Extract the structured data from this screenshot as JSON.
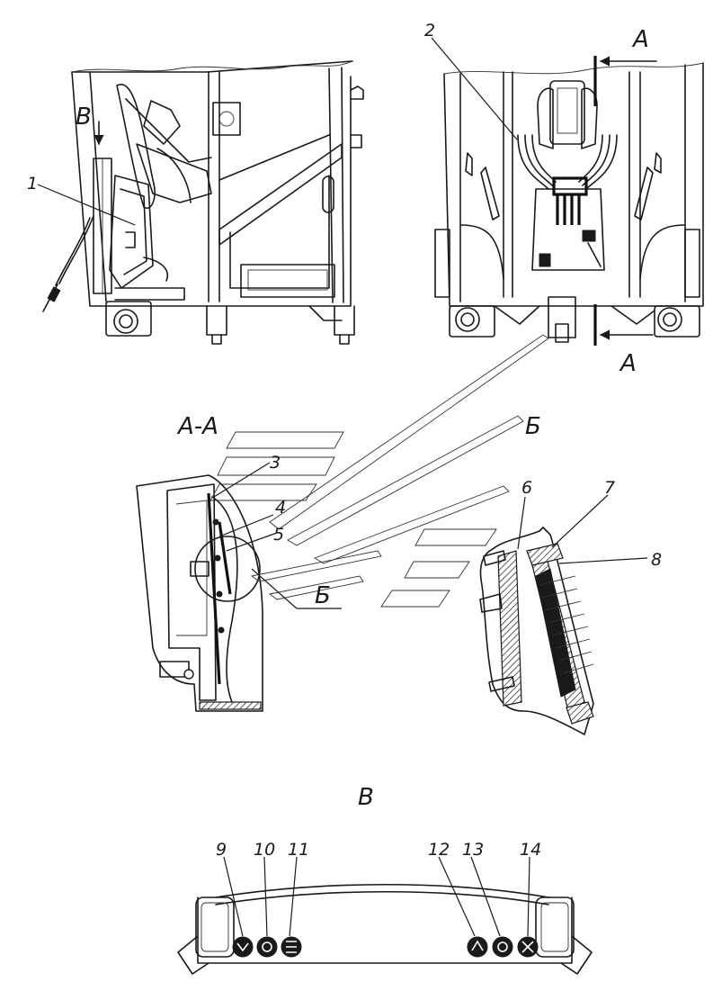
{
  "callouts": {
    "n1": "1",
    "n2": "2",
    "n3": "3",
    "n4": "4",
    "n5": "5",
    "n6": "6",
    "n7": "7",
    "n8": "8",
    "n9": "9",
    "n10": "10",
    "n11": "11",
    "n12": "12",
    "n13": "13",
    "n14": "14"
  },
  "view_labels": {
    "view_v_marker": "В",
    "cut_a_top": "А",
    "cut_a_bottom": "А",
    "section_aa": "А-А",
    "detail_b_top": "Б",
    "detail_b_marker": "Б",
    "view_v_title": "В"
  }
}
